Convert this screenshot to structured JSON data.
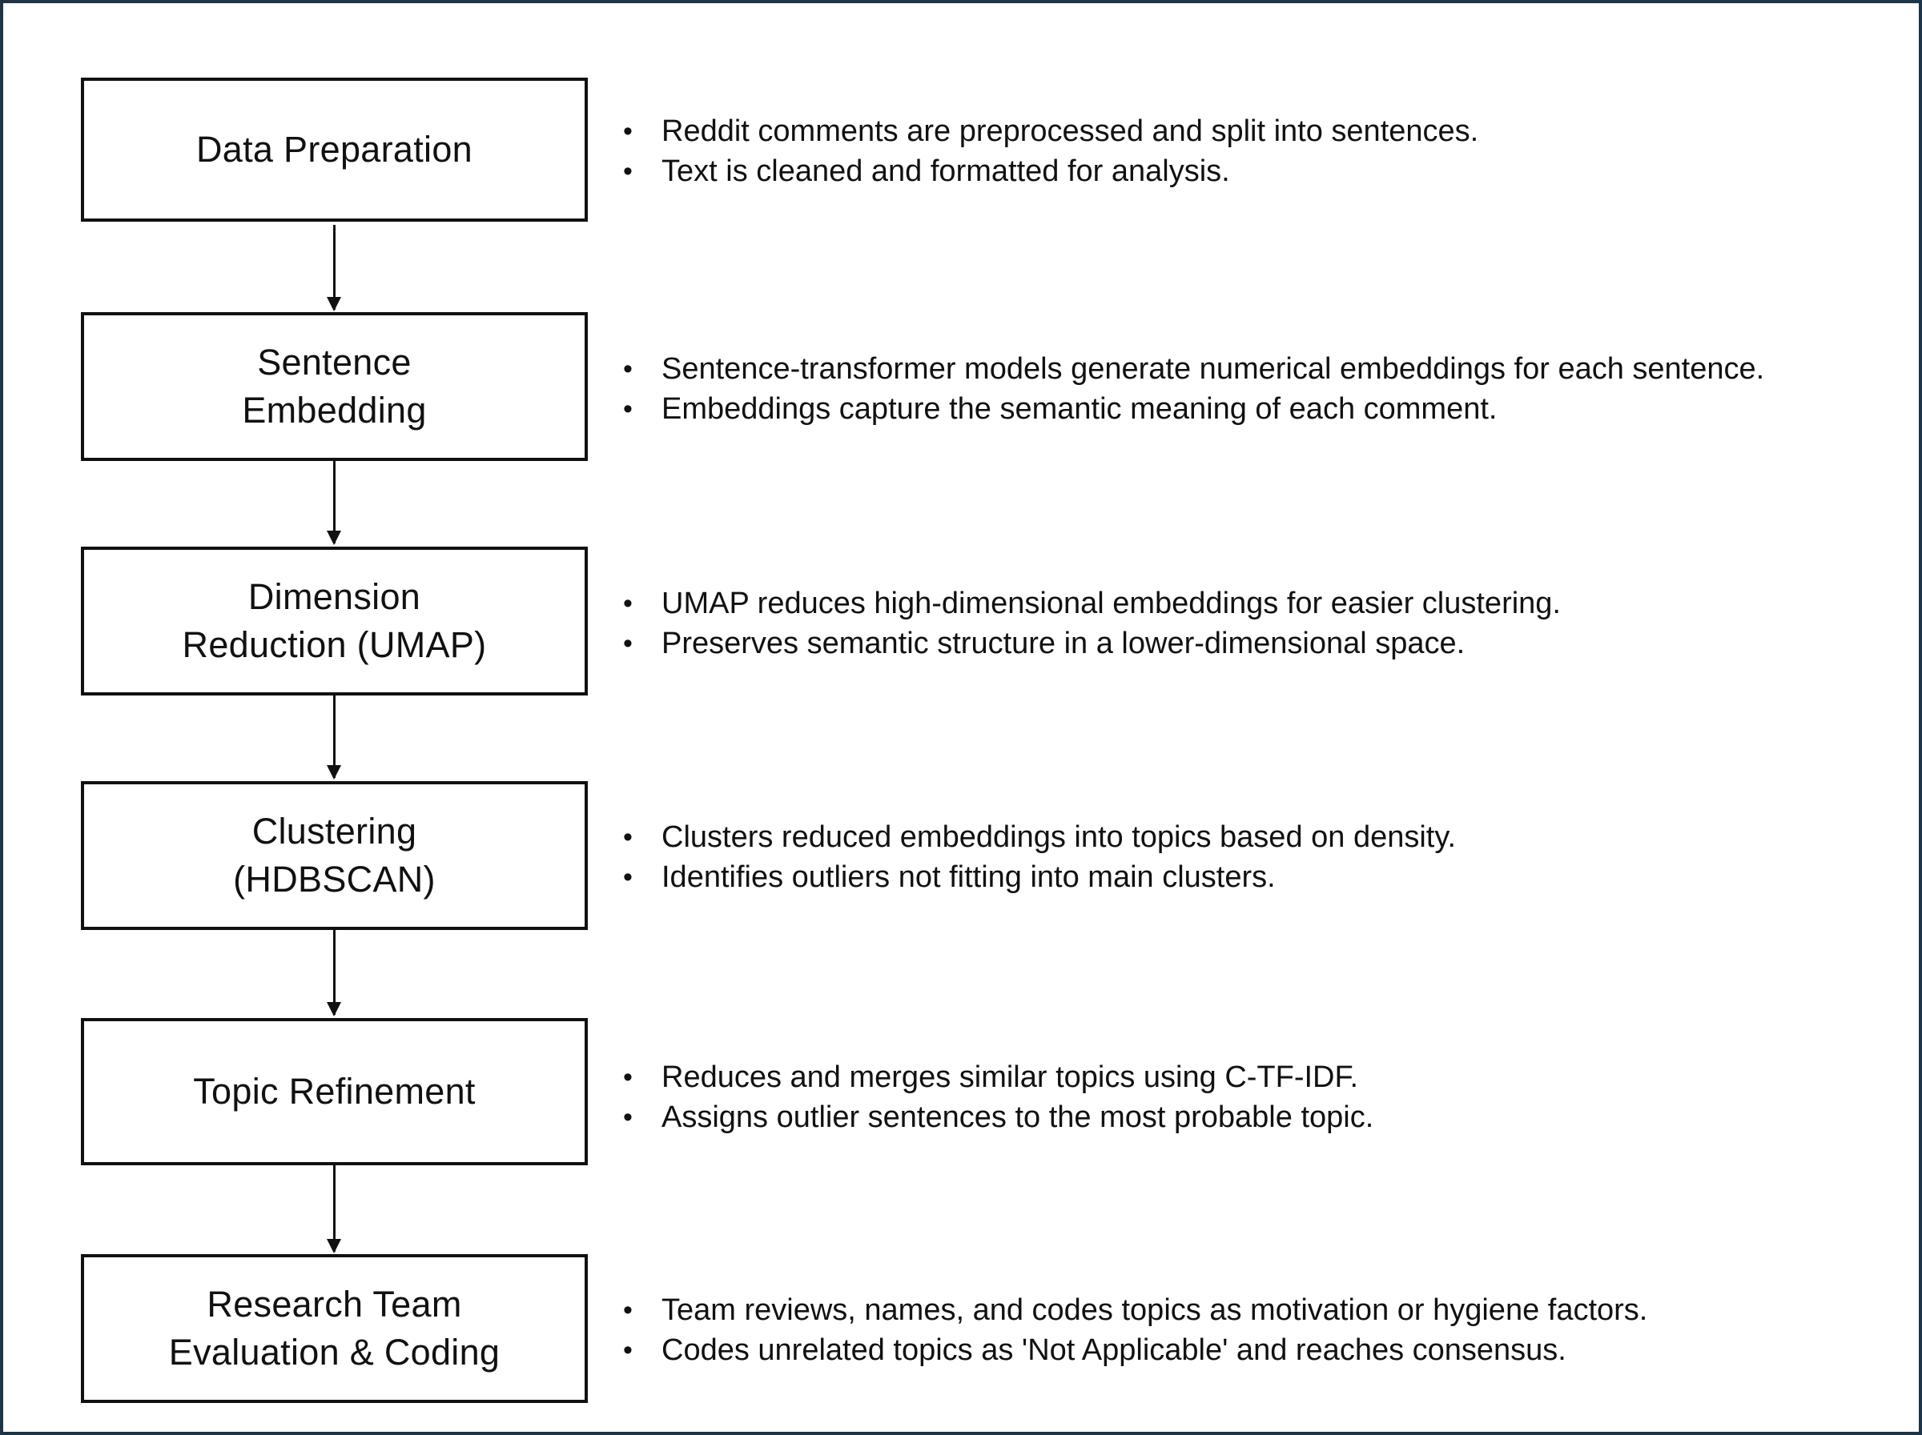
{
  "steps": [
    {
      "label": "Data Preparation",
      "bullets": [
        "Reddit comments are preprocessed and split into sentences.",
        "Text is cleaned and formatted for analysis."
      ]
    },
    {
      "label": "Sentence\nEmbedding",
      "bullets": [
        "Sentence-transformer models generate numerical embeddings for each sentence.",
        "Embeddings capture the semantic meaning of each comment."
      ]
    },
    {
      "label": "Dimension\nReduction (UMAP)",
      "bullets": [
        "UMAP reduces high-dimensional embeddings for easier clustering.",
        "Preserves semantic structure in a lower-dimensional space."
      ]
    },
    {
      "label": "Clustering\n(HDBSCAN)",
      "bullets": [
        "Clusters reduced embeddings into topics based on density.",
        "Identifies outliers not fitting into main clusters."
      ]
    },
    {
      "label": "Topic Refinement",
      "bullets": [
        "Reduces and merges similar topics using C-TF-IDF.",
        "Assigns outlier sentences to the most probable topic."
      ]
    },
    {
      "label": "Research Team\nEvaluation & Coding",
      "bullets": [
        "Team reviews, names, and codes topics as motivation or hygiene factors.",
        "Codes unrelated topics as 'Not Applicable' and reaches consensus."
      ]
    }
  ],
  "colors": {
    "frame_border": "#1e3447",
    "box_border": "#111111",
    "text": "#111111"
  }
}
